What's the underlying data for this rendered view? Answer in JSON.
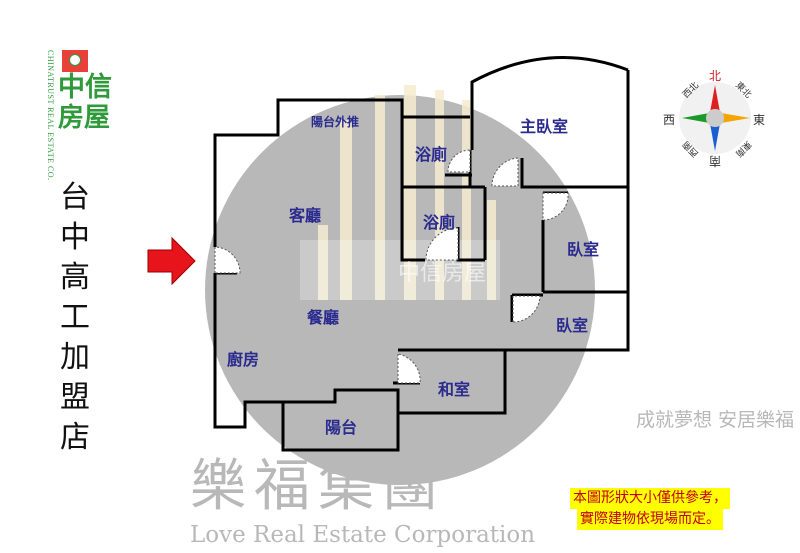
{
  "logo": {
    "english": "CHINATRUST REAL ESTATE CO.",
    "chinese": [
      "中信",
      "房屋"
    ]
  },
  "store_name": [
    "台",
    "中",
    "高",
    "工",
    "加",
    "盟",
    "店"
  ],
  "rooms": {
    "balcony_ext": "陽台外推",
    "bath1": "浴廁",
    "master": "主臥室",
    "living": "客廳",
    "bath2": "浴廁",
    "bedroom2": "臥室",
    "dining": "餐廳",
    "bedroom3": "臥室",
    "kitchen": "廚房",
    "tatami": "和室",
    "balcony": "陽台"
  },
  "watermark": {
    "title": "樂福集團",
    "english": "Love Real Estate Corporation",
    "slogan": "成就夢想 安居樂福",
    "brand": "中信房屋"
  },
  "compass": {
    "n": "北",
    "e": "東",
    "s": "南",
    "w": "西",
    "nw": "西北",
    "ne": "東北",
    "sw": "西南",
    "se": "東南"
  },
  "note": [
    "本圖形狀大小僅供參考，",
    "實際建物依現場而定。"
  ],
  "colors": {
    "wall": "#000000",
    "room_text": "#2b2b8f",
    "arrow": "#e8141b",
    "note_bg": "#ffff00",
    "note_text": "#c0001a",
    "logo_green": "#2e9a3a",
    "logo_red": "#e8413a"
  }
}
